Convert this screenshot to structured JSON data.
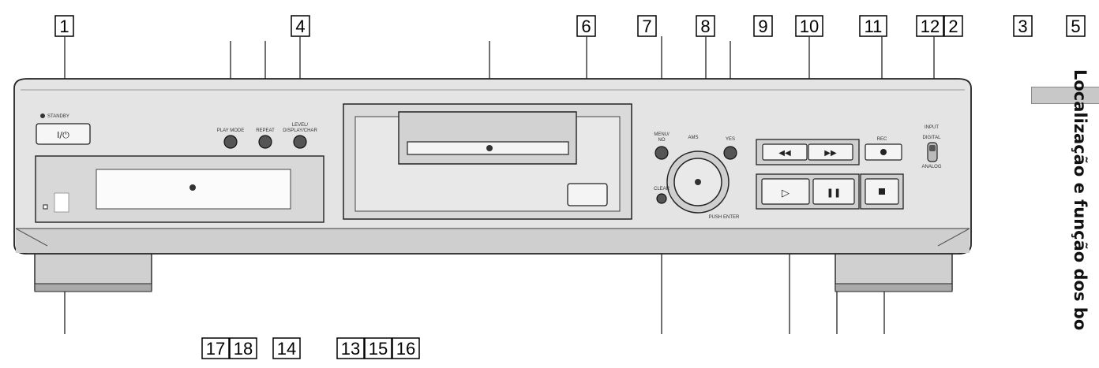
{
  "callouts_top": [
    "1",
    "4",
    "6",
    "7",
    "8",
    "9",
    "10",
    "11",
    "12",
    "2",
    "3",
    "5"
  ],
  "callouts_bottom": [
    "17",
    "18",
    "14",
    "13",
    "15",
    "16"
  ],
  "panel_labels": {
    "standby": "STANDBY",
    "play_mode": "PLAY MODE",
    "repeat": "REPEAT",
    "level_display": "LEVEL/\nDISPLAY/CHAR",
    "input": "INPUT",
    "digital": "DIGITAL",
    "analog": "ANALOG",
    "rec": "REC",
    "clear": "CLEAR",
    "push_enter": "PUSH ENTER",
    "menu_no": "MENU/\nNO",
    "amsjog": "AMS",
    "yes": "YES"
  },
  "sidebar": {
    "text": "Localização e função dos bo"
  },
  "colors": {
    "panel": "#e6e6e6",
    "panel_dark": "#bdbdbd",
    "line": "#222222",
    "tab": "#c8c8c8"
  }
}
